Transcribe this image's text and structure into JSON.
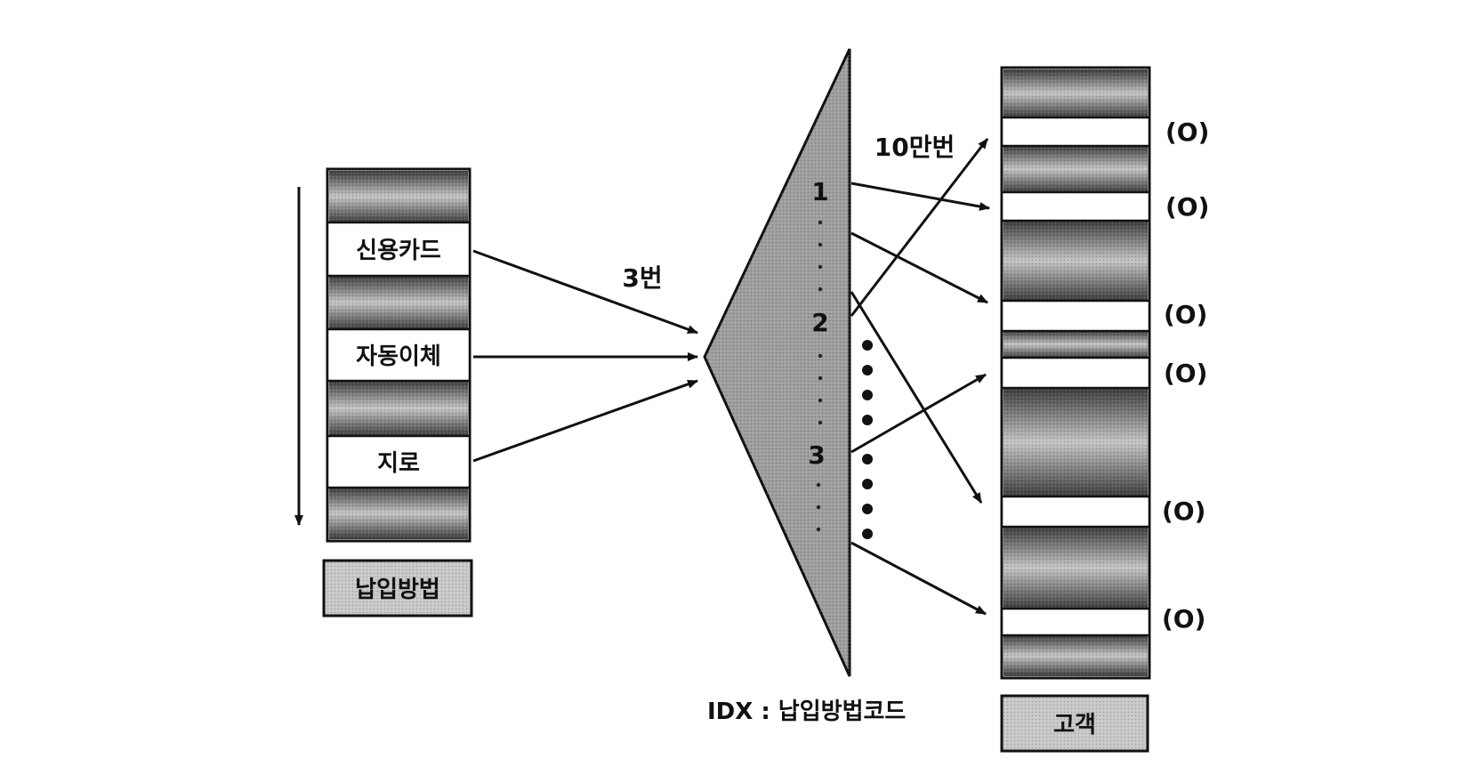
{
  "left_table": {
    "rows": [
      "신용카드",
      "자동이체",
      "지로"
    ],
    "caption": "납입방법"
  },
  "index": {
    "entries": [
      "1",
      "2",
      "3"
    ],
    "caption": "IDX : 납입방법코드"
  },
  "right_table": {
    "caption": "고객",
    "row_marks": [
      "(O)",
      "(O)",
      "(O)",
      "(O)",
      "(O)",
      "(O)"
    ]
  },
  "annotations": {
    "access_count_left": "3번",
    "access_count_right": "10만번"
  },
  "colors": {
    "line": "#111111",
    "fill_dark": "#4a4a4a",
    "fill_light": "#bdbdbd",
    "index_fill": "#9a9a9a"
  }
}
